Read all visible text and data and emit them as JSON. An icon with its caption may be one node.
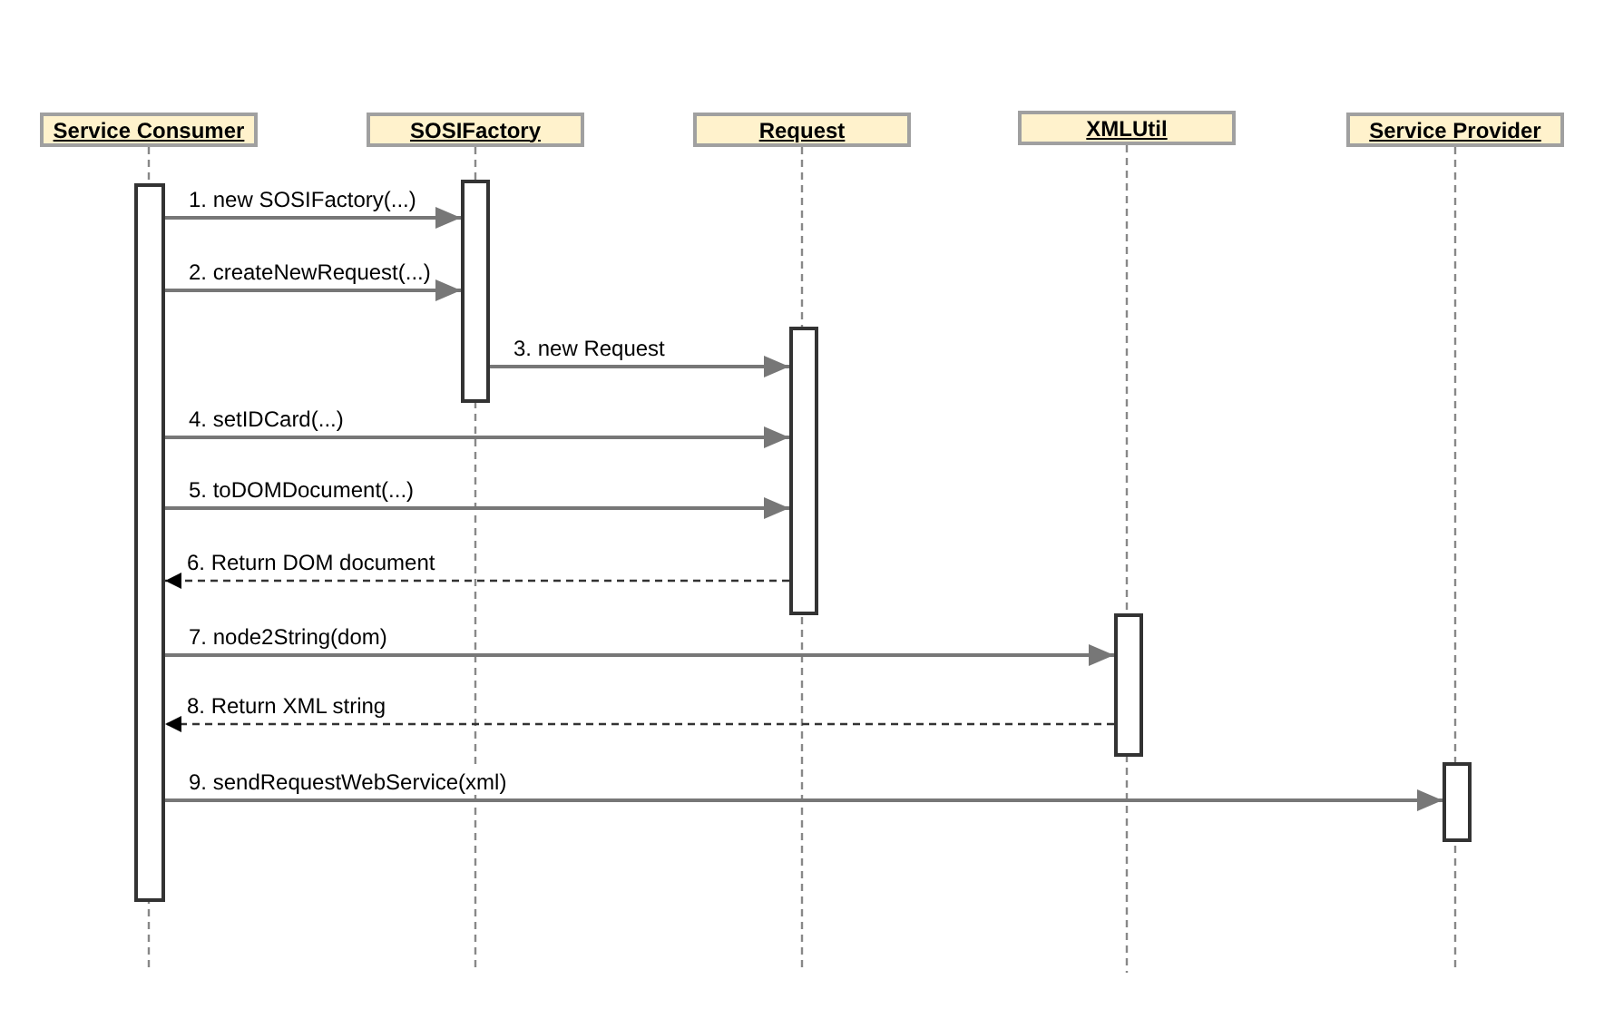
{
  "diagram": {
    "nodes": [
      {
        "text": [
          "Service Consumer"
        ]
      },
      {
        "text": [
          "SOSIFactory"
        ]
      },
      {
        "text": [
          "Request"
        ]
      },
      {
        "text": [
          "XMLUtil"
        ]
      },
      {
        "text": [
          "Service Provider"
        ]
      },
      {
        "text": [],
        "shape": "bar"
      },
      {
        "text": [],
        "shape": "bar"
      },
      {
        "text": [],
        "shape": "bar"
      },
      {
        "text": [],
        "shape": "bar"
      },
      {
        "text": [],
        "shape": "bar"
      }
    ],
    "edges": [
      {
        "from": 5,
        "to": 6,
        "arrow": "to",
        "label": "1. new SOSIFactory(...)"
      },
      {
        "from": 5,
        "to": 6,
        "arrow": "to",
        "label": "2. createNewRequest(...)"
      },
      {
        "from": 6,
        "to": 7,
        "arrow": "to",
        "label": "3. new Request"
      },
      {
        "from": 5,
        "to": 7,
        "arrow": "to",
        "label": "4. setIDCard(...)"
      },
      {
        "from": 5,
        "to": 7,
        "arrow": "to",
        "label": "5. toDOMDocument(...)"
      },
      {
        "from": 7,
        "to": 5,
        "arrow": "to",
        "label": "6. Return DOM document",
        "style": "dashed",
        "color": "#333333"
      },
      {
        "from": 5,
        "to": 8,
        "arrow": "to",
        "label": "7. node2String(dom)"
      },
      {
        "from": 8,
        "to": 5,
        "arrow": "to",
        "label": "8. Return XML string",
        "style": "dashed",
        "color": "#333333"
      },
      {
        "from": 5,
        "to": 9,
        "arrow": "to",
        "label": "9. sendRequestWebService(xml)"
      }
    ]
  }
}
